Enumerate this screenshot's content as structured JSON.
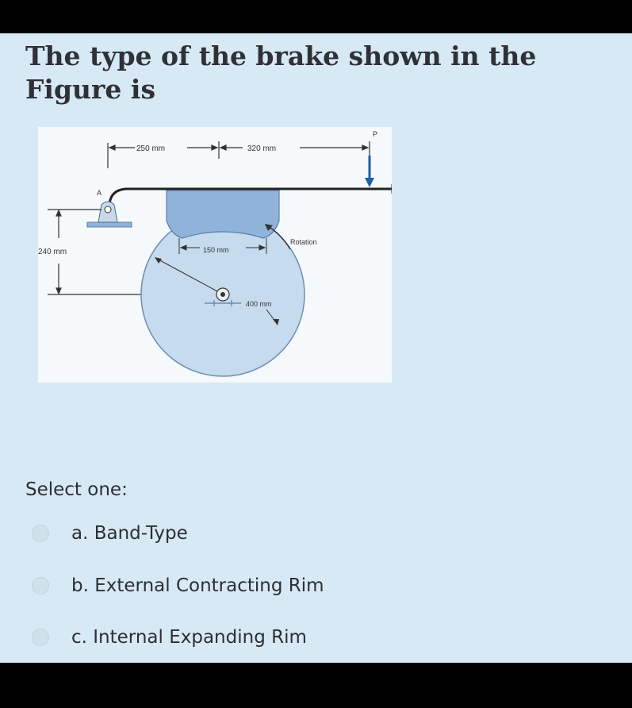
{
  "question": {
    "title": "The type of the brake shown in the Figure is"
  },
  "figure": {
    "dim_250": "250 mm",
    "dim_320": "320 mm",
    "dim_240": "240 mm",
    "dim_150": "150 mm",
    "dim_400": "400 mm",
    "label_rotation": "Rotation",
    "label_a": "A",
    "label_p": "P"
  },
  "answers": {
    "prompt": "Select one:",
    "options": [
      {
        "label": "a. Band-Type",
        "selected": false
      },
      {
        "label": "b. External Contracting Rim",
        "selected": false
      },
      {
        "label": "c. Internal Expanding Rim",
        "selected": false
      }
    ]
  },
  "colors": {
    "background": "#d6e9f5",
    "wheel": "#c6dbee",
    "shoe": "#8fb3d9",
    "line": "#222222"
  }
}
